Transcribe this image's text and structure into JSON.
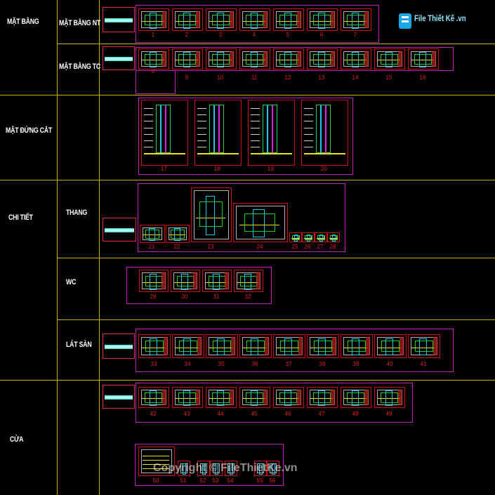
{
  "rows": {
    "mat_bang": "MẶT BẰNG",
    "mat_bang_nt": "MẶT BẰNG NT",
    "mat_bang_tc": "MẶT BẰNG TC",
    "mat_dung_cat": "MẶT ĐỨNG CẮT",
    "chi_tiet": "CHI TIẾT",
    "thang": "THANG",
    "wc": "WC",
    "lat_san": "LÁT SÀN",
    "cua": "CỬA"
  },
  "sheets": {
    "nt": [
      "1",
      "2",
      "3",
      "4",
      "5",
      "6",
      "7"
    ],
    "tc": [
      "8",
      "9",
      "10",
      "11",
      "12",
      "13",
      "14",
      "15",
      "16"
    ],
    "elev": [
      "17",
      "18",
      "19",
      "20"
    ],
    "thang": [
      "21",
      "22",
      "23",
      "24",
      "25",
      "26",
      "27",
      "28"
    ],
    "wc": [
      "29",
      "30",
      "31",
      "32"
    ],
    "lat_san": [
      "33",
      "34",
      "35",
      "36",
      "37",
      "38",
      "39",
      "40",
      "41"
    ],
    "cua_a": [
      "42",
      "43",
      "44",
      "45",
      "46",
      "47",
      "48",
      "49"
    ],
    "cua_b": [
      "50",
      "51",
      "52",
      "53",
      "54",
      "55",
      "56"
    ]
  },
  "watermark": {
    "logo_text": "File Thiết Kế .vn",
    "copyright": "Copyright © FileThietKe.vn"
  },
  "colors": {
    "grid": "#c9b200",
    "frame": "#c01fc0",
    "sheet_border": "#d01010",
    "label": "#ffffff"
  }
}
